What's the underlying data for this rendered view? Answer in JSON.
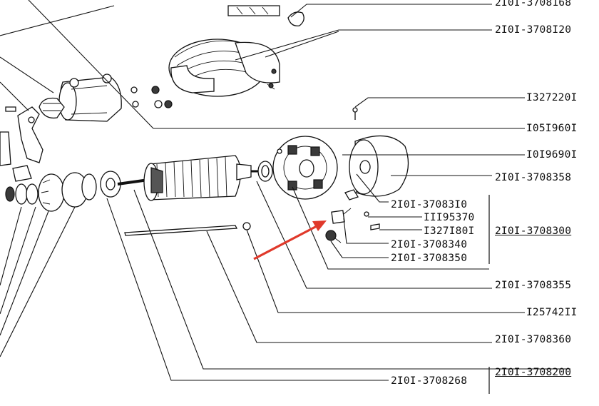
{
  "labels": {
    "l01": "2I0I-3708168",
    "l02": "2I0I-3708I20",
    "l03": "I327220I",
    "l04": "I05I960I",
    "l05": "I0I9690I",
    "l06": "2I0I-3708358",
    "l07": "2I0I-37083I0",
    "l08": "III95370",
    "l09": "I327I80I",
    "l10": "2I0I-3708300",
    "l11": "2I0I-3708340",
    "l12": "2I0I-3708350",
    "l13": "2I0I-3708355",
    "l14": "I25742II",
    "l15": "2I0I-3708360",
    "l16": "2I0I-3708268",
    "l17": "2I0I-3708200"
  },
  "colors": {
    "line": "#111111",
    "arrow": "#e0392b",
    "paper": "#ffffff"
  }
}
